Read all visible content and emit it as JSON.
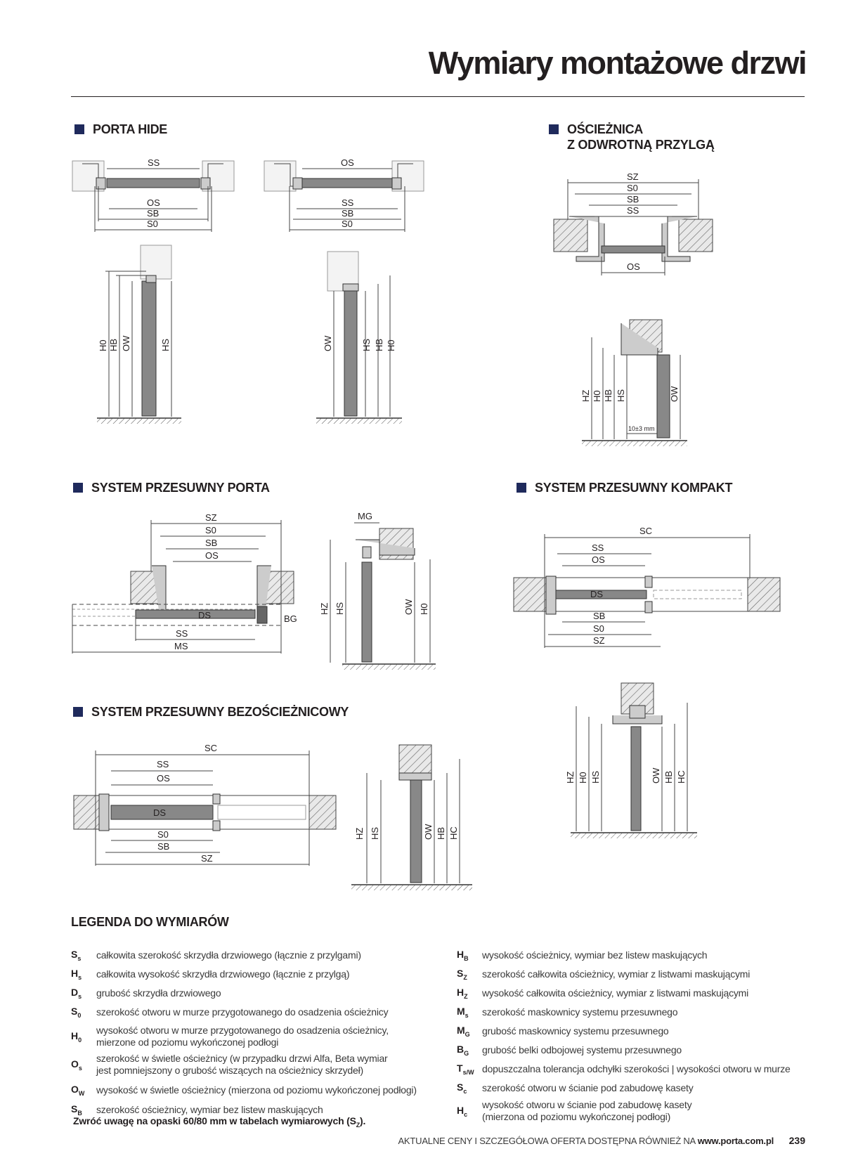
{
  "title": "Wymiary montażowe drzwi",
  "sections": {
    "porta_hide": "PORTA HIDE",
    "oscieznica_l1": "OŚCIEŻNICA",
    "oscieznica_l2": "Z ODWROTNĄ PRZYLGĄ",
    "przesuwny_porta": "SYSTEM PRZESUWNY PORTA",
    "przesuwny_kompakt": "SYSTEM PRZESUWNY KOMPAKT",
    "bezoscieznicowy": "SYSTEM PRZESUWNY BEZOŚCIEŻNICOWY"
  },
  "diagram_labels": {
    "ss": "SS",
    "os": "OS",
    "sb": "SB",
    "s0": "S0",
    "sz": "SZ",
    "sc": "SC",
    "ms": "MS",
    "mg": "MG",
    "bg": "BG",
    "ds": "DS",
    "h0": "H0",
    "hb": "HB",
    "ow": "OW",
    "hs": "HS",
    "hz": "HZ",
    "hc": "HC",
    "tol": "10±3 mm"
  },
  "legend": {
    "title": "LEGENDA DO WYMIARÓW",
    "left": [
      {
        "s": "S",
        "sub": "s",
        "t": "całkowita szerokość skrzydła drzwiowego (łącznie z przylgami)"
      },
      {
        "s": "H",
        "sub": "s",
        "t": "całkowita wysokość skrzydła drzwiowego (łącznie z przylgą)"
      },
      {
        "s": "D",
        "sub": "s",
        "t": "grubość skrzydła drzwiowego"
      },
      {
        "s": "S",
        "sub": "0",
        "t": "szerokość otworu w murze przygotowanego do osadzenia ościeżnicy"
      },
      {
        "s": "H",
        "sub": "0",
        "t": "wysokość otworu w murze przygotowanego do osadzenia ościeżnicy,",
        "t2": "mierzone od poziomu wykończonej podłogi"
      },
      {
        "s": "O",
        "sub": "s",
        "t": "szerokość w świetle ościeżnicy (w przypadku drzwi Alfa, Beta wymiar",
        "t2": "jest pomniejszony o grubość wiszących na ościeżnicy skrzydeł)"
      },
      {
        "s": "O",
        "sub": "W",
        "t": "wysokość w świetle ościeżnicy (mierzona od poziomu wykończonej podłogi)"
      },
      {
        "s": "S",
        "sub": "B",
        "t": "szerokość ościeżnicy, wymiar bez listew maskujących"
      }
    ],
    "right": [
      {
        "s": "H",
        "sub": "B",
        "t": "wysokość ościeżnicy, wymiar bez listew maskujących"
      },
      {
        "s": "S",
        "sub": "Z",
        "t": "szerokość całkowita ościeżnicy, wymiar z listwami maskującymi"
      },
      {
        "s": "H",
        "sub": "Z",
        "t": "wysokość całkowita ościeżnicy, wymiar z listwami maskującymi"
      },
      {
        "s": "M",
        "sub": "s",
        "t": "szerokość maskownicy systemu przesuwnego"
      },
      {
        "s": "M",
        "sub": "G",
        "t": "grubość maskownicy systemu przesuwnego"
      },
      {
        "s": "B",
        "sub": "G",
        "t": "grubość belki odbojowej systemu przesuwnego"
      },
      {
        "s": "T",
        "sub": "s/W",
        "t": "dopuszczalna tolerancja odchyłki szerokości | wysokości otworu w murze"
      },
      {
        "s": "S",
        "sub": "c",
        "t": "szerokość otworu w ścianie pod zabudowę kasety"
      },
      {
        "s": "H",
        "sub": "c",
        "t": "wysokość otworu w ścianie pod zabudowę kasety",
        "t2": "(mierzona od poziomu wykończonej podłogi)"
      }
    ]
  },
  "note": {
    "pre": "Zwróć uwagę na opaski 60/80 mm w tabelach wymiarowych (S",
    "sub": "Z",
    "post": ")."
  },
  "footer": {
    "text": "AKTUALNE CENY I SZCZEGÓŁOWA OFERTA DOSTĘPNA RÓWNIEŻ NA ",
    "url": "www.porta.com.pl",
    "page": "239"
  }
}
